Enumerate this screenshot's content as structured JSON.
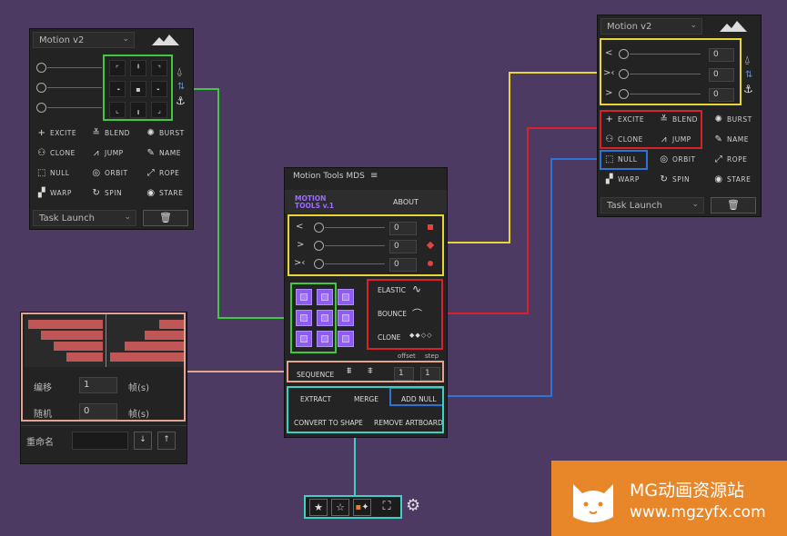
{
  "left_panel": {
    "dropdown": "Motion v2",
    "tools": [
      {
        "label": "EXCITE",
        "icon": "plus-icon"
      },
      {
        "label": "BLEND",
        "icon": "blend-icon"
      },
      {
        "label": "BURST",
        "icon": "burst-icon"
      },
      {
        "label": "CLONE",
        "icon": "clone-icon"
      },
      {
        "label": "JUMP",
        "icon": "jump-icon"
      },
      {
        "label": "NAME",
        "icon": "pencil-icon"
      },
      {
        "label": "NULL",
        "icon": "null-icon"
      },
      {
        "label": "ORBIT",
        "icon": "orbit-icon"
      },
      {
        "label": "ROPE",
        "icon": "rope-icon"
      },
      {
        "label": "WARP",
        "icon": "warp-icon"
      },
      {
        "label": "SPIN",
        "icon": "spin-icon"
      },
      {
        "label": "STARE",
        "icon": "eye-icon"
      }
    ],
    "task_dropdown": "Task Launch"
  },
  "right_panel": {
    "dropdown": "Motion v2",
    "sliders": [
      {
        "arrow": "<",
        "value": "0"
      },
      {
        "arrow": ">‹",
        "value": "0"
      },
      {
        "arrow": ">",
        "value": "0"
      }
    ],
    "tools": [
      {
        "label": "EXCITE",
        "icon": "plus-icon"
      },
      {
        "label": "BLEND",
        "icon": "blend-icon"
      },
      {
        "label": "BURST",
        "icon": "burst-icon"
      },
      {
        "label": "CLONE",
        "icon": "clone-icon"
      },
      {
        "label": "JUMP",
        "icon": "jump-icon"
      },
      {
        "label": "NAME",
        "icon": "pencil-icon"
      },
      {
        "label": "NULL",
        "icon": "null-icon"
      },
      {
        "label": "ORBIT",
        "icon": "orbit-icon"
      },
      {
        "label": "ROPE",
        "icon": "rope-icon"
      },
      {
        "label": "WARP",
        "icon": "warp-icon"
      },
      {
        "label": "SPIN",
        "icon": "spin-icon"
      },
      {
        "label": "STARE",
        "icon": "eye-icon"
      }
    ],
    "task_dropdown": "Task Launch"
  },
  "center_panel": {
    "title": "Motion Tools MDS",
    "logo_line1": "MOTION",
    "logo_line2": "TOOLS v.1",
    "about": "ABOUT",
    "sliders": [
      {
        "arrow": "<",
        "value": "0"
      },
      {
        "arrow": ">",
        "value": "0"
      },
      {
        "arrow": ">‹",
        "value": "0"
      }
    ],
    "elastic": "ELASTIC",
    "bounce": "BOUNCE",
    "clone": "CLONE",
    "offset": "offset",
    "step": "step",
    "sequence": "SEQUENCE",
    "seq_val1": "1",
    "seq_val2": "1",
    "extract": "EXTRACT",
    "merge": "MERGE",
    "add_null": "ADD NULL",
    "convert": "CONVERT TO SHAPE",
    "remove": "REMOVE ARTBOARD"
  },
  "cn_panel": {
    "offset_label": "编移",
    "offset_value": "1",
    "offset_unit": "帧(s)",
    "random_label": "随机",
    "random_value": "0",
    "random_unit": "帧(s)",
    "rename_label": "重命名"
  },
  "watermark": {
    "line1": "MG动画资源站",
    "line2": "www.mgzyfx.com"
  },
  "colors": {
    "green": "#3ec93e",
    "yellow": "#e8d637",
    "red": "#d8212b",
    "blue": "#2f73d6",
    "pink": "#e3a48f",
    "cyan": "#3dd1c6",
    "purple": "#8d5cf0",
    "watermark": "#e8872a"
  }
}
